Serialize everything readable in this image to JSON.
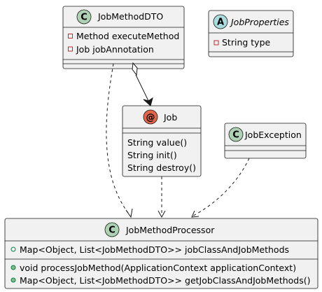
{
  "colors": {
    "class_badge": "#ADD1B2",
    "abstract_badge": "#A9DCDF",
    "annotation_badge": "#E3664A",
    "box_fill": "#F1F1F1",
    "line": "#181818",
    "private_marker": "#C82930",
    "public_marker": "#84BE84"
  },
  "classes": {
    "dto": {
      "badge": "C",
      "name": "JobMethodDTO",
      "fields": [
        "Method executeMethod",
        "Job jobAnnotation"
      ]
    },
    "props": {
      "badge": "A",
      "name": "JobProperties",
      "fields": [
        "String type"
      ]
    },
    "job": {
      "badge": "@",
      "name": "Job",
      "methods": [
        "String value()",
        "String init()",
        "String destroy()"
      ]
    },
    "exception": {
      "badge": "C",
      "name": "JobException"
    },
    "processor": {
      "badge": "C",
      "name": "JobMethodProcessor",
      "fields": [
        "Map<Object, List<JobMethodDTO>> jobClassAndJobMethods"
      ],
      "methods": [
        "void processJobMethod(ApplicationContext applicationContext)",
        "Map<Object, List<JobMethodDTO>> getJobClassAndJobMethods()"
      ]
    }
  }
}
